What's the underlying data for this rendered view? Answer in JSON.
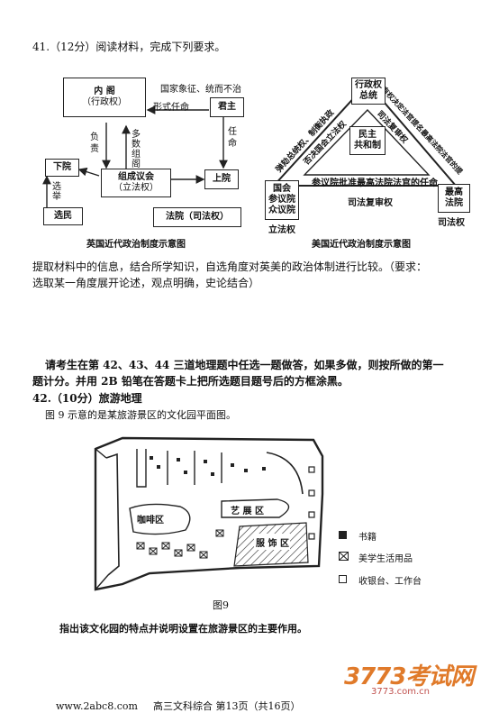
{
  "q41": {
    "header": "41.（12分）阅读材料，完成下列要求。",
    "uk": {
      "cabinet_title": "内      阁",
      "cabinet_sub": "（行政权）",
      "monarch": "君主",
      "lower_house": "下院",
      "upper_house": "上院",
      "parliament_title": "组成议会",
      "parliament_sub": "（立法权）",
      "voters": "选民",
      "court": "法院（司法权）",
      "label_symbol": "国家象征、统而不治",
      "label_formal": "形式任命",
      "label_responsible": "负责",
      "label_majority": "多数组阁",
      "label_appoint": "任命",
      "label_elect": "选举",
      "caption": "英国近代政治制度示意图"
    },
    "us": {
      "president_title": "行政权",
      "president_sub": "总统",
      "center_l1": "民主",
      "center_l2": "共和制",
      "congress_l1": "国会",
      "congress_l2": "参议院",
      "congress_l3": "众议院",
      "congress_below": "立法权",
      "court_l1": "最高",
      "court_l2": "法院",
      "court_below": "司法权",
      "left_outer": "弹劾总统权、制衡执政",
      "left_inner": "否决国会立法权",
      "right_outer": "有权决定法官提名最高法院法官的提名",
      "right_inner": "司法复审权",
      "bottom_inner": "参议院批准最高法院法官的任命",
      "bottom_outer": "司法复审权",
      "caption": "美国近代政治制度示意图"
    },
    "task_line1": "提取材料中的信息，结合所学知识，自选角度对英美的政治体制进行比较。（要求：",
    "task_line2": "选取某一角度展开论述，观点明确，史论结合）"
  },
  "instructions": {
    "line1": "请考生在第 42、43、44 三道地理题中任选一题做答，如果多做，则按所做的第一",
    "line2": "题计分。并用 2B 铅笔在答题卡上把所选题目题号后的方框涂黑。"
  },
  "q42": {
    "header": "42.（10分）旅游地理",
    "intro": "图 9 示意的是某旅游景区的文化园平面图。",
    "map_labels": {
      "cafe": "咖啡区",
      "exhibition": "艺 展 区",
      "clothing": "服 饰 区"
    },
    "legend": {
      "books": "书籍",
      "lifestyle": "美学生活用品",
      "cashier": "收银台、工作台"
    },
    "figure_label": "图9",
    "question": "指出该文化园的特点并说明设置在旅游景区的主要作用。"
  },
  "footer": {
    "site": "www.2abc8.com",
    "page": "高三文科综合  第13页（共16页）"
  },
  "watermark": {
    "brand": "3773考试网",
    "url": "3773.com.cn"
  }
}
